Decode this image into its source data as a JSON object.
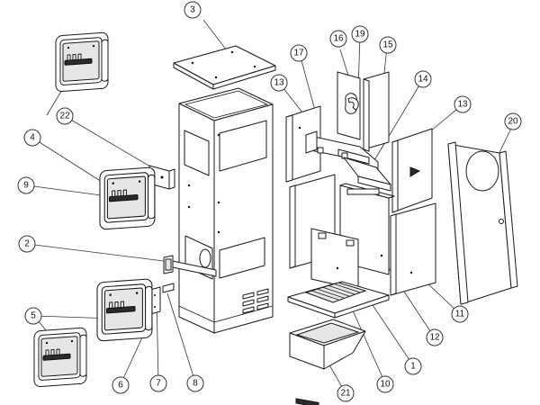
{
  "callouts": [
    {
      "id": "c3",
      "label": "3"
    },
    {
      "id": "c16",
      "label": "16"
    },
    {
      "id": "c19",
      "label": "19"
    },
    {
      "id": "c15",
      "label": "15"
    },
    {
      "id": "c17",
      "label": "17"
    },
    {
      "id": "c13a",
      "label": "13"
    },
    {
      "id": "c14",
      "label": "14"
    },
    {
      "id": "c13b",
      "label": "13"
    },
    {
      "id": "c20",
      "label": "20"
    },
    {
      "id": "c4a",
      "label": "4"
    },
    {
      "id": "c22",
      "label": "22"
    },
    {
      "id": "c4b",
      "label": "4"
    },
    {
      "id": "c9",
      "label": "9"
    },
    {
      "id": "c2",
      "label": "2"
    },
    {
      "id": "c5",
      "label": "5"
    },
    {
      "id": "c6",
      "label": "6"
    },
    {
      "id": "c7",
      "label": "7"
    },
    {
      "id": "c8",
      "label": "8"
    },
    {
      "id": "c11",
      "label": "11"
    },
    {
      "id": "c12",
      "label": "12"
    },
    {
      "id": "c1",
      "label": "1"
    },
    {
      "id": "c10",
      "label": "10"
    },
    {
      "id": "c21",
      "label": "21"
    }
  ],
  "colors": {
    "line": "#1a1a1a",
    "shade": "#e6e6e6",
    "background": "#ffffff"
  }
}
